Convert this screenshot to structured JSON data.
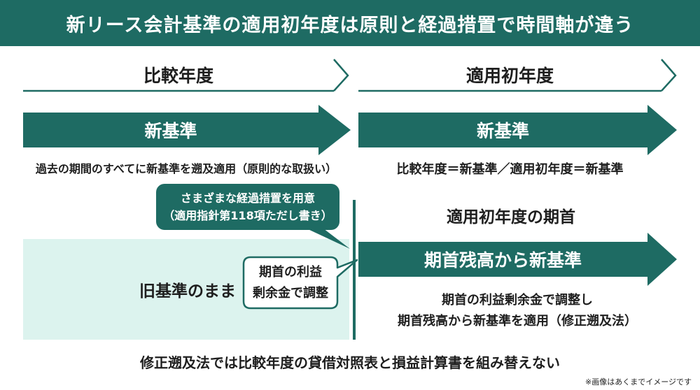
{
  "header": {
    "title": "新リース会計基準の適用初年度は原則と経過措置で時間軸が違う"
  },
  "periods": {
    "comparative": "比較年度",
    "initial": "適用初年度"
  },
  "arrows": {
    "comparative_new": "新基準",
    "initial_new": "新基準",
    "opening_balance": "期首残高から新基準"
  },
  "descriptions": {
    "comparative": "過去の期間のすべてに新基準を遡及適用（原則的な取扱い）",
    "initial": "比較年度＝新基準／適用初年度＝新基準"
  },
  "transition_bubble": {
    "line1": "さまざまな経過措置を用意",
    "line2": "（適用指針第118項ただし書き）"
  },
  "old_standard": {
    "label": "旧基準のまま"
  },
  "retained_box": {
    "line1": "期首の利益",
    "line2": "剰余金で調整"
  },
  "opening": {
    "title": "適用初年度の期首",
    "line1": "期首の利益剰余金で調整し",
    "line2": "期首残高から新基準を適用（修正遡及法）"
  },
  "bottom_note": "修正遡及法では比較年度の貸借対照表と損益計算書を組み替えない",
  "disclaimer": "※画像はあくまでイメージです",
  "colors": {
    "primary": "#1e6b63",
    "light_fill": "#dcf3ee",
    "text": "#1e1e1e"
  }
}
